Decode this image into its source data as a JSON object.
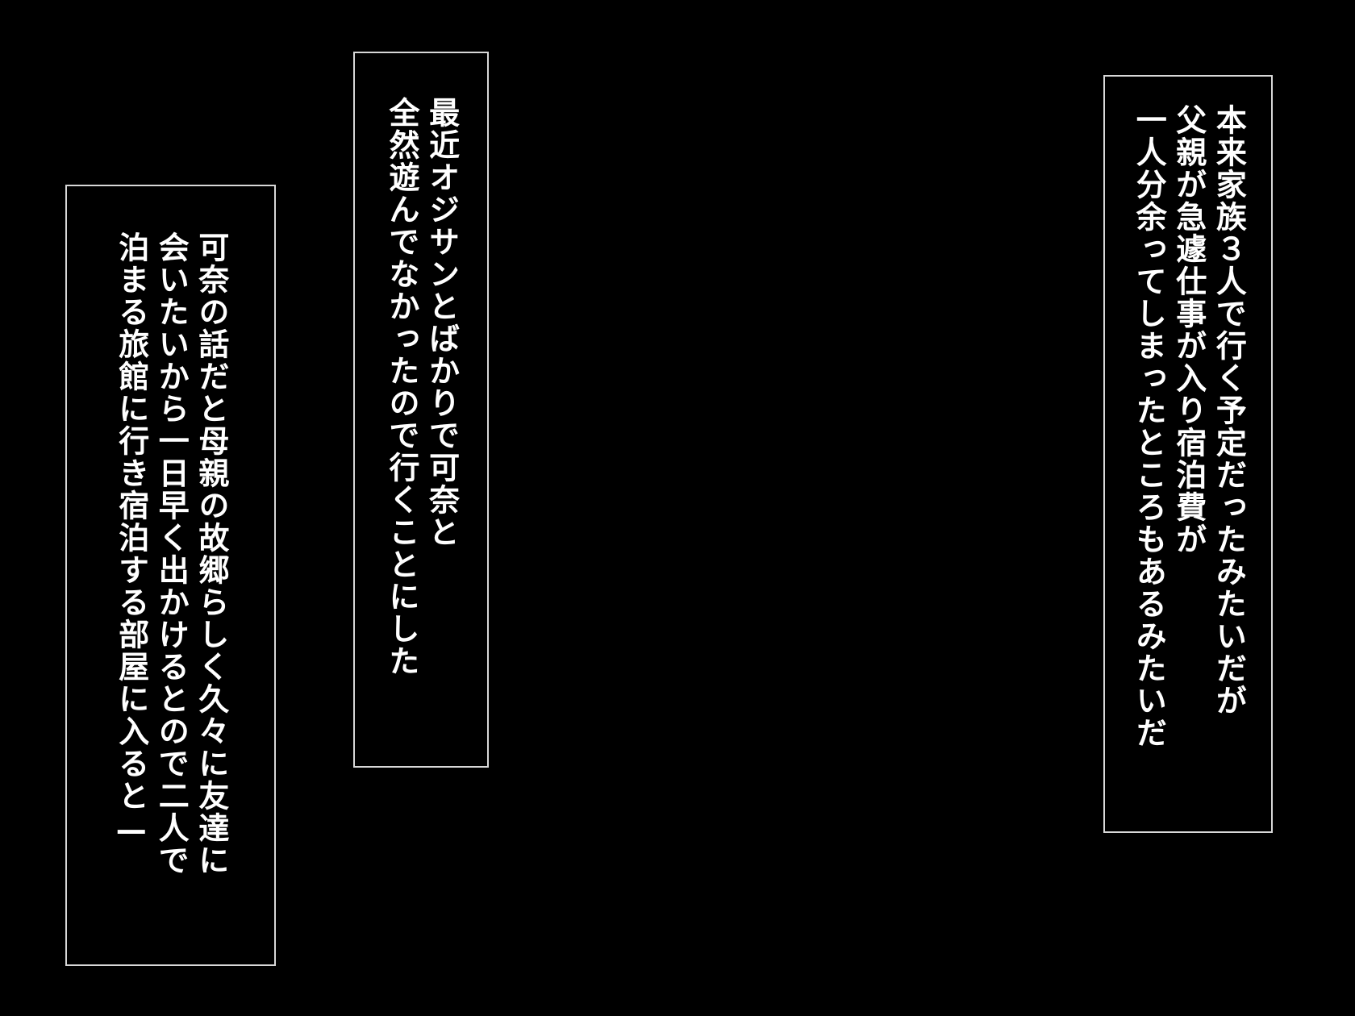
{
  "boxes": {
    "right": {
      "lines": [
        "本来家族３人で行く予定だったみたいだが",
        "父親が急遽仕事が入り宿泊費が",
        "一人分余ってしまったところもあるみたいだ"
      ]
    },
    "middle": {
      "lines": [
        "最近オジサンとばかりで可奈と",
        "全然遊んでなかったので行くことにした"
      ]
    },
    "left": {
      "lines": [
        "可奈の話だと母親の故郷らしく久々に友達に",
        "会いたいから一日早く出かけるとので二人で",
        "泊まる旅館に行き宿泊する部屋に入ると—"
      ]
    }
  },
  "colors": {
    "background": "#000000",
    "text": "#ffffff",
    "border": "#d8d8d8"
  }
}
